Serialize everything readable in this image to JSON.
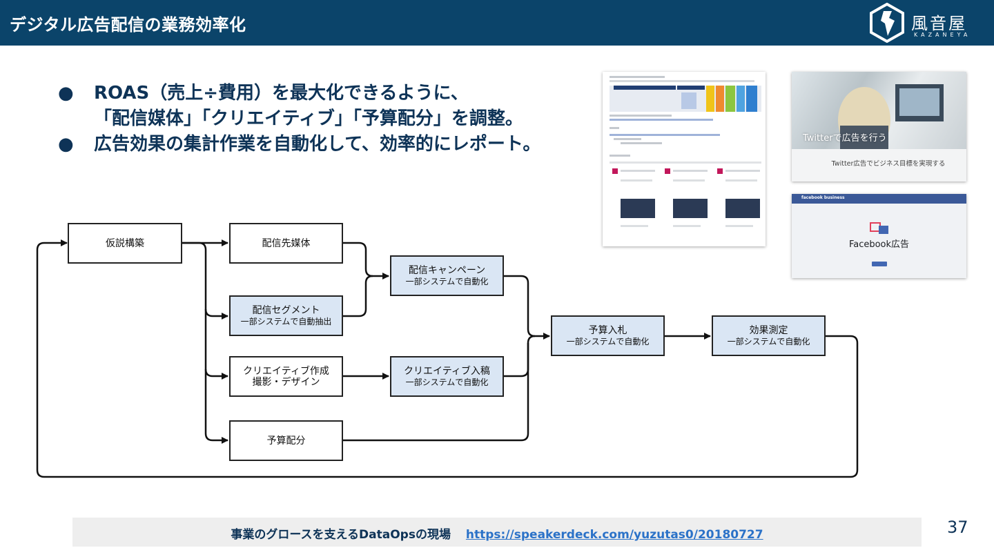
{
  "header": {
    "title": "デジタル広告配信の業務効率化",
    "logo_name": "風音屋",
    "logo_sub": "KAZANEYA"
  },
  "bullets": [
    "ROAS（売上÷費用）を最大化できるように、",
    "「配信媒体」「クリエイティブ」「予算配分」を調整。",
    "広告効果の集計作業を自動化して、効率的にレポート。"
  ],
  "bullet_symbol": "●",
  "screenshots": {
    "twitter": {
      "caption": "Twitterで広告を行う",
      "subtitle": "Twitter広告でビジネス目標を実現する"
    },
    "facebook": {
      "brand": "facebook business",
      "title": "Facebook広告"
    }
  },
  "flow": {
    "hypothesis": "仮説構築",
    "media": "配信先媒体",
    "segment": {
      "title": "配信セグメント",
      "note": "一部システムで自動抽出"
    },
    "creative_make": {
      "title": "クリエイティブ作成",
      "note": "撮影・デザイン"
    },
    "budget": "予算配分",
    "campaign": {
      "title": "配信キャンペーン",
      "note": "一部システムで自動化"
    },
    "creative_submit": {
      "title": "クリエイティブ入稿",
      "note": "一部システムで自動化"
    },
    "bidding": {
      "title": "予算入札",
      "note": "一部システムで自動化"
    },
    "measurement": {
      "title": "効果測定",
      "note": "一部システムで自動化"
    }
  },
  "colors": {
    "header_bg": "#0b446a",
    "auto_box_fill": "#dae6f4",
    "link": "#2b72c8"
  },
  "footer": {
    "text": "事業のグロースを支えるDataOpsの現場",
    "link": "https://speakerdeck.com/yuzutas0/20180727"
  },
  "page_number": "37"
}
